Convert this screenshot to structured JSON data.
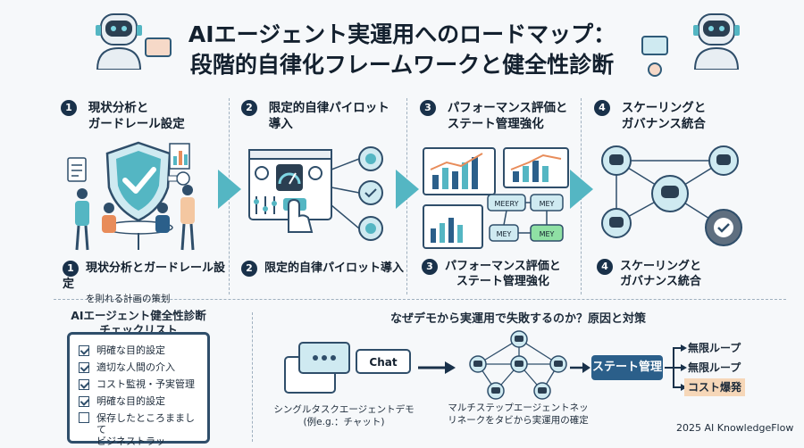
{
  "title": {
    "line1": "AIエージェント実運用へのロードマップ：",
    "line2": "段階的自律化フレームワークと健全性診断"
  },
  "steps": [
    {
      "num": "1",
      "head": "現状分析と\nガードレール設定",
      "foot": "現状分析とガードレール設定",
      "foot_sub": "を則れる計画の策划"
    },
    {
      "num": "2",
      "head": "限定的自律パイロット\n導入",
      "foot": "限定的自律パイロット導入"
    },
    {
      "num": "3",
      "head": "パフォーマンス評価と\nステート管理強化",
      "foot": "パフォーマンス評価と\nステート管理強化"
    },
    {
      "num": "4",
      "head": "スケーリングと\nガバナンス統合",
      "foot": "スケーリングと\nガバナンス統合"
    }
  ],
  "step3_diagram": {
    "nodes": [
      "MEERY",
      "MEY",
      "MEY",
      "MEY"
    ]
  },
  "checklist": {
    "title_line1": "AIエージェント健全性診断",
    "title_line2": "チェックリスト",
    "items": [
      {
        "label": "明確な目的設定",
        "checked": true
      },
      {
        "label": "適切な人間の介入",
        "checked": true
      },
      {
        "label": "コスト監視・予実管理",
        "checked": true
      },
      {
        "label": "明確な目的設定",
        "checked": true
      },
      {
        "label": "保存したところままして\nビジネストラッ",
        "checked": false
      }
    ]
  },
  "failure": {
    "title": "なぜデモから実運用で失敗するのか？原因と対策",
    "chat_label": "Chat",
    "demo_caption": "シングルタスクエージェントデモ\n(例e.g.：チャット)",
    "multi_caption": "マルチステップエージェントネッ\nリネークをタビから実運用の確定",
    "state_box": "ステート管理",
    "results": [
      "無限ループ",
      "無限ループ",
      "コスト爆発"
    ]
  },
  "credit": "2025 AI KnowledgeFlow",
  "colors": {
    "accent": "#54b6c3",
    "navy": "#19314a",
    "highlight": "#f6d7b8"
  }
}
